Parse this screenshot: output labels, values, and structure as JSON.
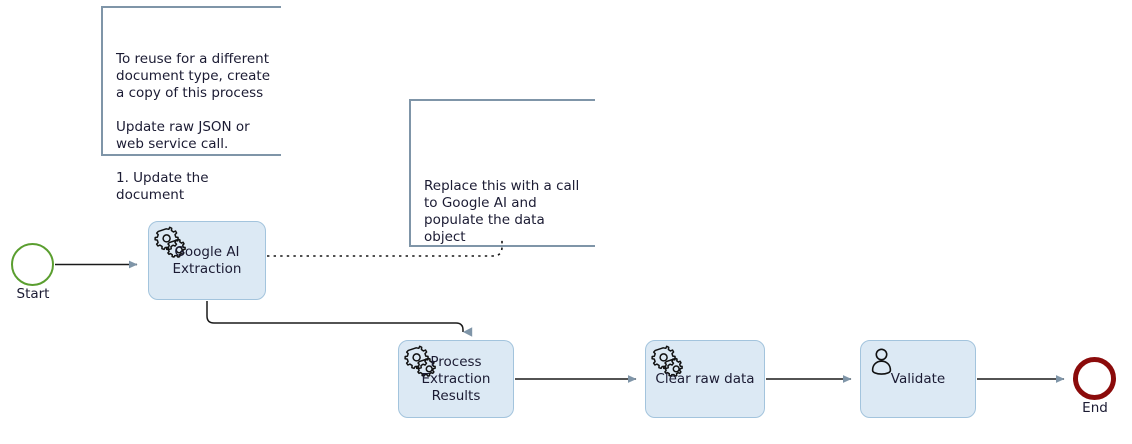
{
  "diagram": {
    "type": "bpmn-process-flow",
    "background_color": "#ffffff"
  },
  "colors": {
    "task_fill": "#dce9f4",
    "task_border": "#a3c4dd",
    "annotation_border": "#7f95a8",
    "start_event_border": "#5a9e2f",
    "end_event_border": "#8b0b0b",
    "connector": "#1a1a1a",
    "arrowhead": "#7f95a8",
    "text": "#1b1b33"
  },
  "annotations": [
    {
      "id": "annotation-reuse",
      "text": "To reuse for a different document type, create a copy of this process\n\nUpdate raw JSON or web service call.\n\n1. Update the document"
    },
    {
      "id": "annotation-google-ai",
      "text": "Replace this with a call to Google AI and populate the data object"
    }
  ],
  "events": [
    {
      "id": "event-start",
      "kind": "start-event",
      "label": "Start",
      "border_color": "#5a9e2f"
    },
    {
      "id": "event-end",
      "kind": "end-event",
      "label": "End",
      "border_color": "#8b0b0b"
    }
  ],
  "tasks": [
    {
      "id": "task-google-ai-extraction",
      "label": "Google AI\nExtraction",
      "icon": "gears-icon",
      "task_type": "service-task"
    },
    {
      "id": "task-process-extraction-results",
      "label": "Process\nExtraction\nResults",
      "icon": "gears-icon",
      "task_type": "service-task"
    },
    {
      "id": "task-clear-raw-data",
      "label": "Clear raw data",
      "icon": "gears-icon",
      "task_type": "service-task"
    },
    {
      "id": "task-validate",
      "label": "Validate",
      "icon": "user-icon",
      "task_type": "user-task"
    }
  ],
  "connectors": [
    {
      "id": "flow-start-to-google-ai",
      "from": "event-start",
      "to": "task-google-ai-extraction",
      "style": "solid"
    },
    {
      "id": "flow-google-ai-to-process",
      "from": "task-google-ai-extraction",
      "to": "task-process-extraction-results",
      "style": "solid"
    },
    {
      "id": "flow-process-to-clear",
      "from": "task-process-extraction-results",
      "to": "task-clear-raw-data",
      "style": "solid"
    },
    {
      "id": "flow-clear-to-validate",
      "from": "task-clear-raw-data",
      "to": "task-validate",
      "style": "solid"
    },
    {
      "id": "flow-validate-to-end",
      "from": "task-validate",
      "to": "event-end",
      "style": "solid"
    },
    {
      "id": "association-google-ai-to-annotation",
      "from": "task-google-ai-extraction",
      "to": "annotation-google-ai",
      "style": "dotted"
    }
  ]
}
